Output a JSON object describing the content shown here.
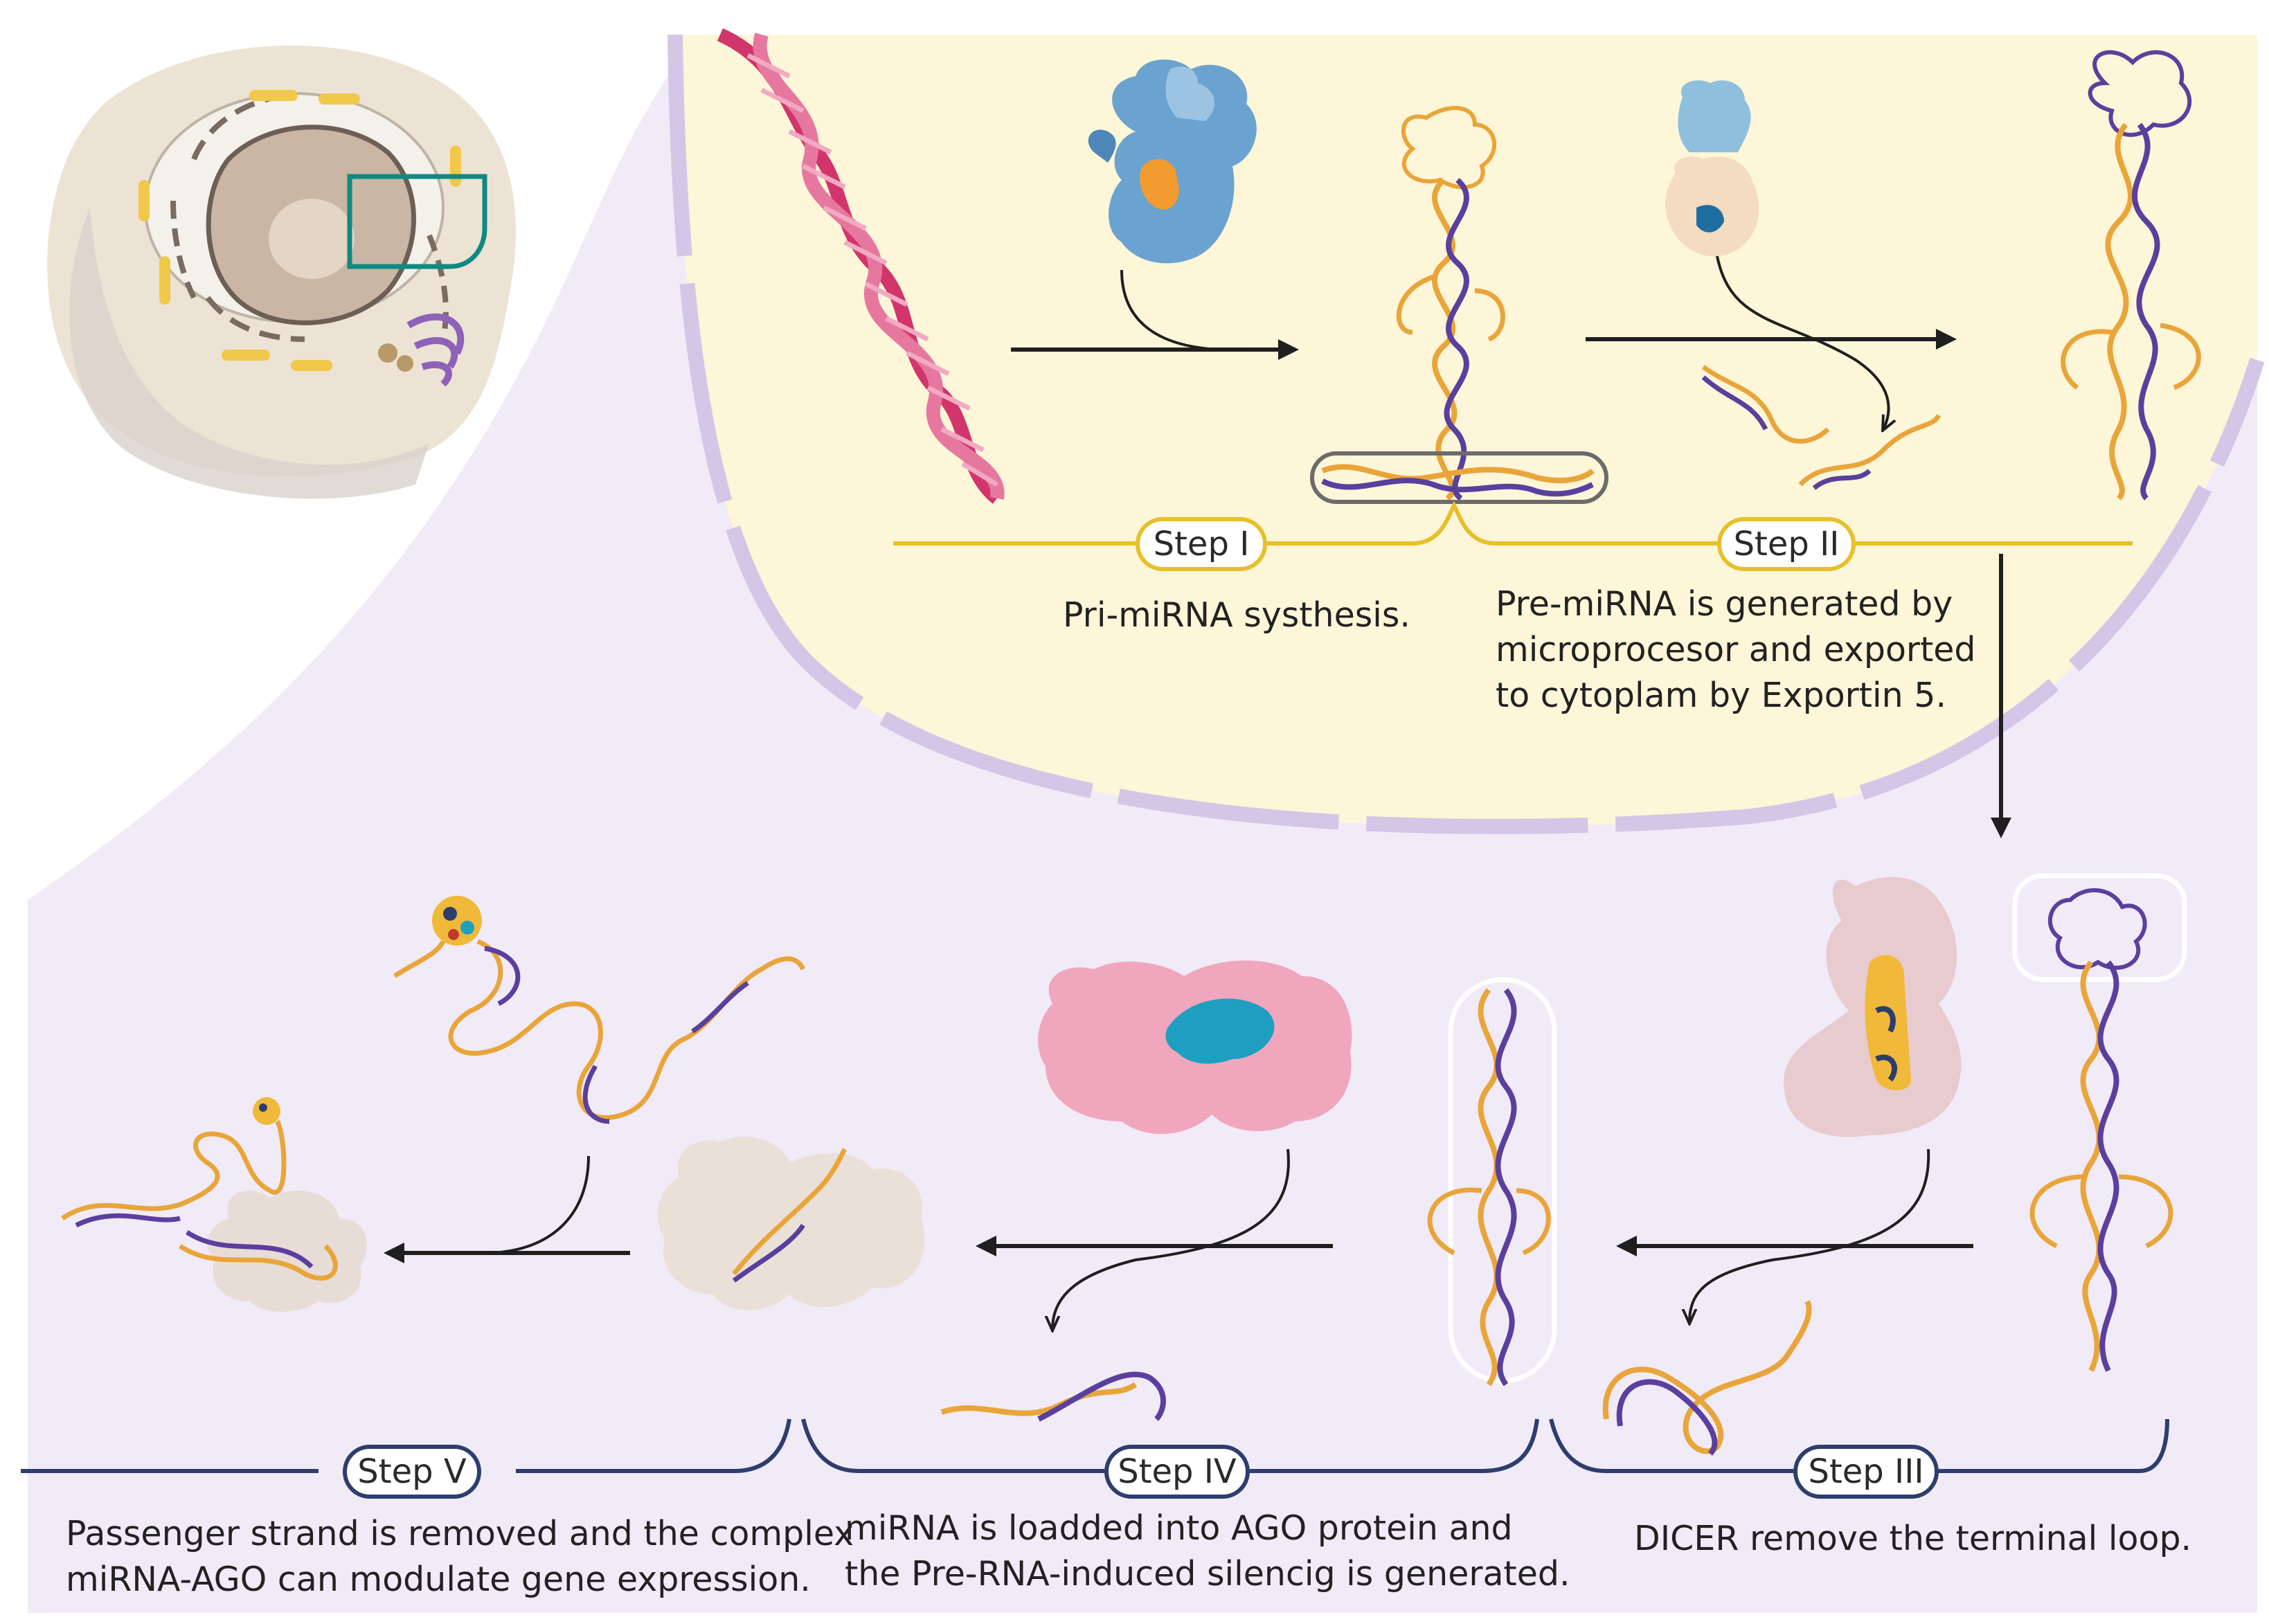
{
  "nucleus_steps": [
    {
      "id": "step-1",
      "label": "Step I",
      "description": [
        "Pri-miRNA systhesis."
      ]
    },
    {
      "id": "step-2",
      "label": "Step II",
      "description": [
        "Pre-miRNA is generated by",
        "microprocesor and exported",
        "to cytoplam by Exportin 5."
      ]
    }
  ],
  "cytoplasm_steps": [
    {
      "id": "step-3",
      "label": "Step III",
      "description": [
        "DICER remove the  terminal loop."
      ]
    },
    {
      "id": "step-4",
      "label": "Step IV",
      "description": [
        "miRNA is loadded into AGO protein and",
        "the Pre-RNA-induced silencig is generated."
      ]
    },
    {
      "id": "step-5",
      "label": "Step V",
      "description": [
        "Passenger strand is removed and the complex",
        "miRNA-AGO can modulate gene expression."
      ]
    }
  ],
  "colors": {
    "cytoplasm": "#f1ebf8",
    "nucleus": "#fdf6d8",
    "nuclear_membrane": "#d4c6e6",
    "step_line_nucleus": "#e7bf2a",
    "step_line_cytoplasm": "#2d3e6e",
    "rna_strand_a": "#e9a53a",
    "rna_strand_b": "#5b3f9e",
    "dna": "#d2356b",
    "callout": "#0e8a82"
  }
}
